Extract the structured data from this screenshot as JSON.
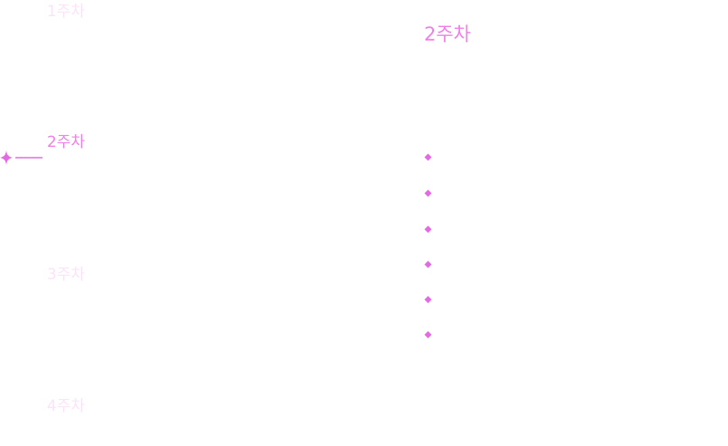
{
  "week_nav": {
    "items": [
      {
        "label": "1주차",
        "state": "dim"
      },
      {
        "label": "2주차",
        "state": "active"
      },
      {
        "label": "3주차",
        "state": "dim"
      },
      {
        "label": "4주차",
        "state": "dim"
      }
    ]
  },
  "detail": {
    "title": "2주차",
    "bullets": [
      "",
      "",
      "",
      "",
      "",
      ""
    ]
  },
  "colors": {
    "accent": "#f07fe9",
    "dim": "#fbe4f9",
    "marker": "#e26be3"
  },
  "icons": {
    "marker": "sparkle-icon",
    "bullet": "diamond-bullet-icon"
  }
}
